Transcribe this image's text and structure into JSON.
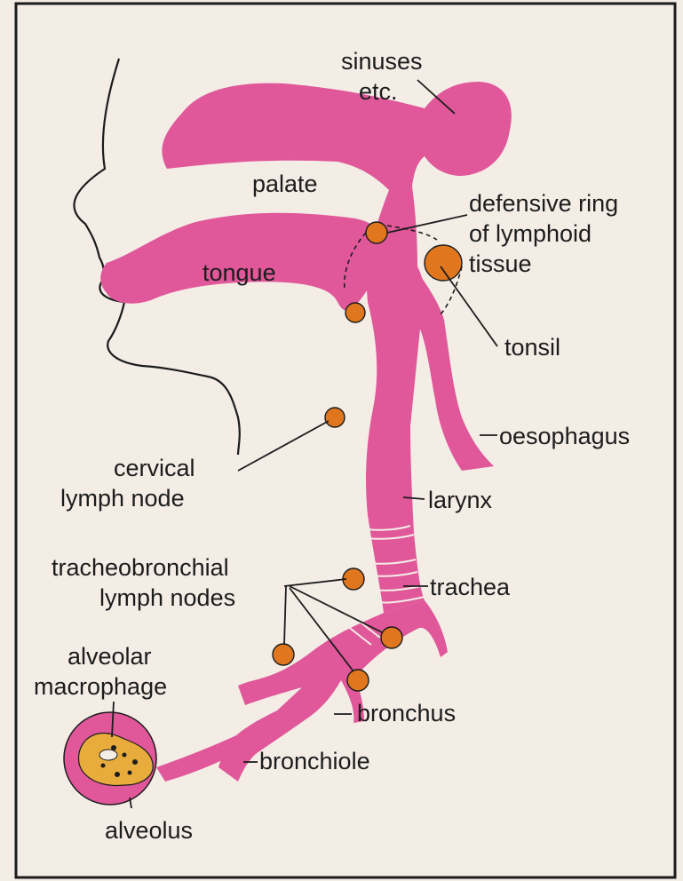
{
  "diagram": {
    "labels": {
      "sinuses_line1": "sinuses",
      "sinuses_line2": "etc.",
      "palate": "palate",
      "defensive_line1": "defensive ring",
      "defensive_line2": "of lymphoid",
      "defensive_line3": "tissue",
      "tongue": "tongue",
      "tonsil": "tonsil",
      "oesophagus": "oesophagus",
      "cervical_line1": "cervical",
      "cervical_line2": "lymph node",
      "larynx": "larynx",
      "tracheobronchial_line1": "tracheobronchial",
      "tracheobronchial_line2": "lymph nodes",
      "trachea": "trachea",
      "alveolar_line1": "alveolar",
      "alveolar_line2": "macrophage",
      "bronchus": "bronchus",
      "bronchiole": "bronchiole",
      "alveolus": "alveolus"
    },
    "colors": {
      "airway": "#e0579a",
      "lymph_node": "#e0771e",
      "macrophage": "#e8ac3c",
      "background": "#f4ede6",
      "ink": "#1c1c1c"
    }
  }
}
